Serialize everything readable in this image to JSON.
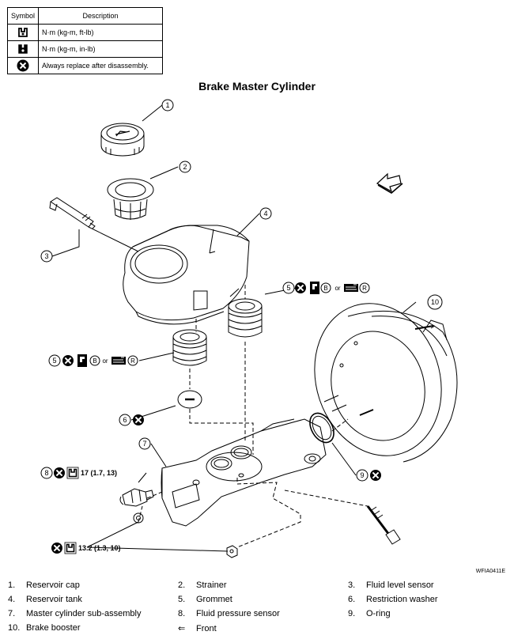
{
  "legend": {
    "header_symbol": "Symbol",
    "header_description": "Description",
    "rows": [
      {
        "icon": "torque-wrench-nm-icon",
        "description": "N·m (kg-m, ft-lb)"
      },
      {
        "icon": "torque-wrench-inlb-icon",
        "description": "N·m (kg-m, in-lb)"
      },
      {
        "icon": "always-replace-icon",
        "description": "Always replace after disassembly."
      }
    ]
  },
  "title": "Brake Master Cylinder",
  "callouts": {
    "c1": "1",
    "c2": "2",
    "c3": "3",
    "c4": "4",
    "c5a": "5",
    "c5b": "5",
    "c6": "6",
    "c7": "7",
    "c8": "8",
    "c9": "9",
    "c10": "10"
  },
  "inline_labels": {
    "b_upper": "B",
    "b_lower": "B",
    "or_upper": "or",
    "or_lower": "or",
    "r_upper": "R",
    "r_lower": "R",
    "torque_sensor": "17 (1.7, 13)",
    "torque_nut": "13.2 (1.3, 10)"
  },
  "figure_code": "WFIA0411E",
  "parts": [
    {
      "num": "1.",
      "name": "Reservoir cap"
    },
    {
      "num": "2.",
      "name": "Strainer"
    },
    {
      "num": "3.",
      "name": "Fluid level sensor"
    },
    {
      "num": "4.",
      "name": "Reservoir tank"
    },
    {
      "num": "5.",
      "name": "Grommet"
    },
    {
      "num": "6.",
      "name": "Restriction washer"
    },
    {
      "num": "7.",
      "name": "Master cylinder sub-assembly"
    },
    {
      "num": "8.",
      "name": "Fluid pressure sensor"
    },
    {
      "num": "9.",
      "name": "O-ring"
    },
    {
      "num": "10.",
      "name": "Brake booster"
    },
    {
      "num": "⇐",
      "name": "Front"
    }
  ]
}
